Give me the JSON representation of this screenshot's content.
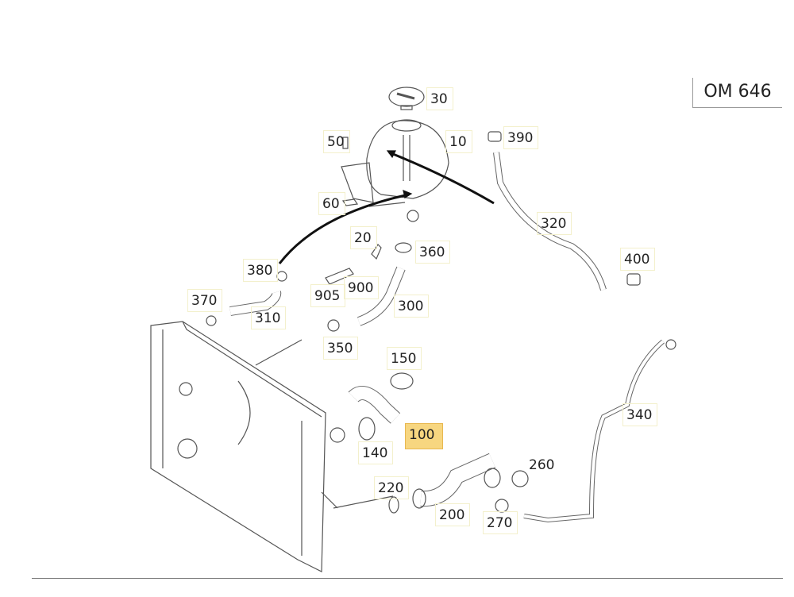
{
  "model": "OM 646",
  "highlighted_part": "100",
  "parts": [
    {
      "id": "30",
      "label": "30"
    },
    {
      "id": "10",
      "label": "10"
    },
    {
      "id": "390",
      "label": "390"
    },
    {
      "id": "50",
      "label": "50"
    },
    {
      "id": "60",
      "label": "60"
    },
    {
      "id": "20",
      "label": "20"
    },
    {
      "id": "360",
      "label": "360"
    },
    {
      "id": "320",
      "label": "320"
    },
    {
      "id": "400",
      "label": "400"
    },
    {
      "id": "380",
      "label": "380"
    },
    {
      "id": "900",
      "label": "900"
    },
    {
      "id": "905",
      "label": "905"
    },
    {
      "id": "300",
      "label": "300"
    },
    {
      "id": "370",
      "label": "370"
    },
    {
      "id": "310",
      "label": "310"
    },
    {
      "id": "350",
      "label": "350"
    },
    {
      "id": "150",
      "label": "150"
    },
    {
      "id": "100",
      "label": "100"
    },
    {
      "id": "140",
      "label": "140"
    },
    {
      "id": "340",
      "label": "340"
    },
    {
      "id": "260",
      "label": "260"
    },
    {
      "id": "220",
      "label": "220"
    },
    {
      "id": "200",
      "label": "200"
    },
    {
      "id": "270",
      "label": "270"
    }
  ]
}
